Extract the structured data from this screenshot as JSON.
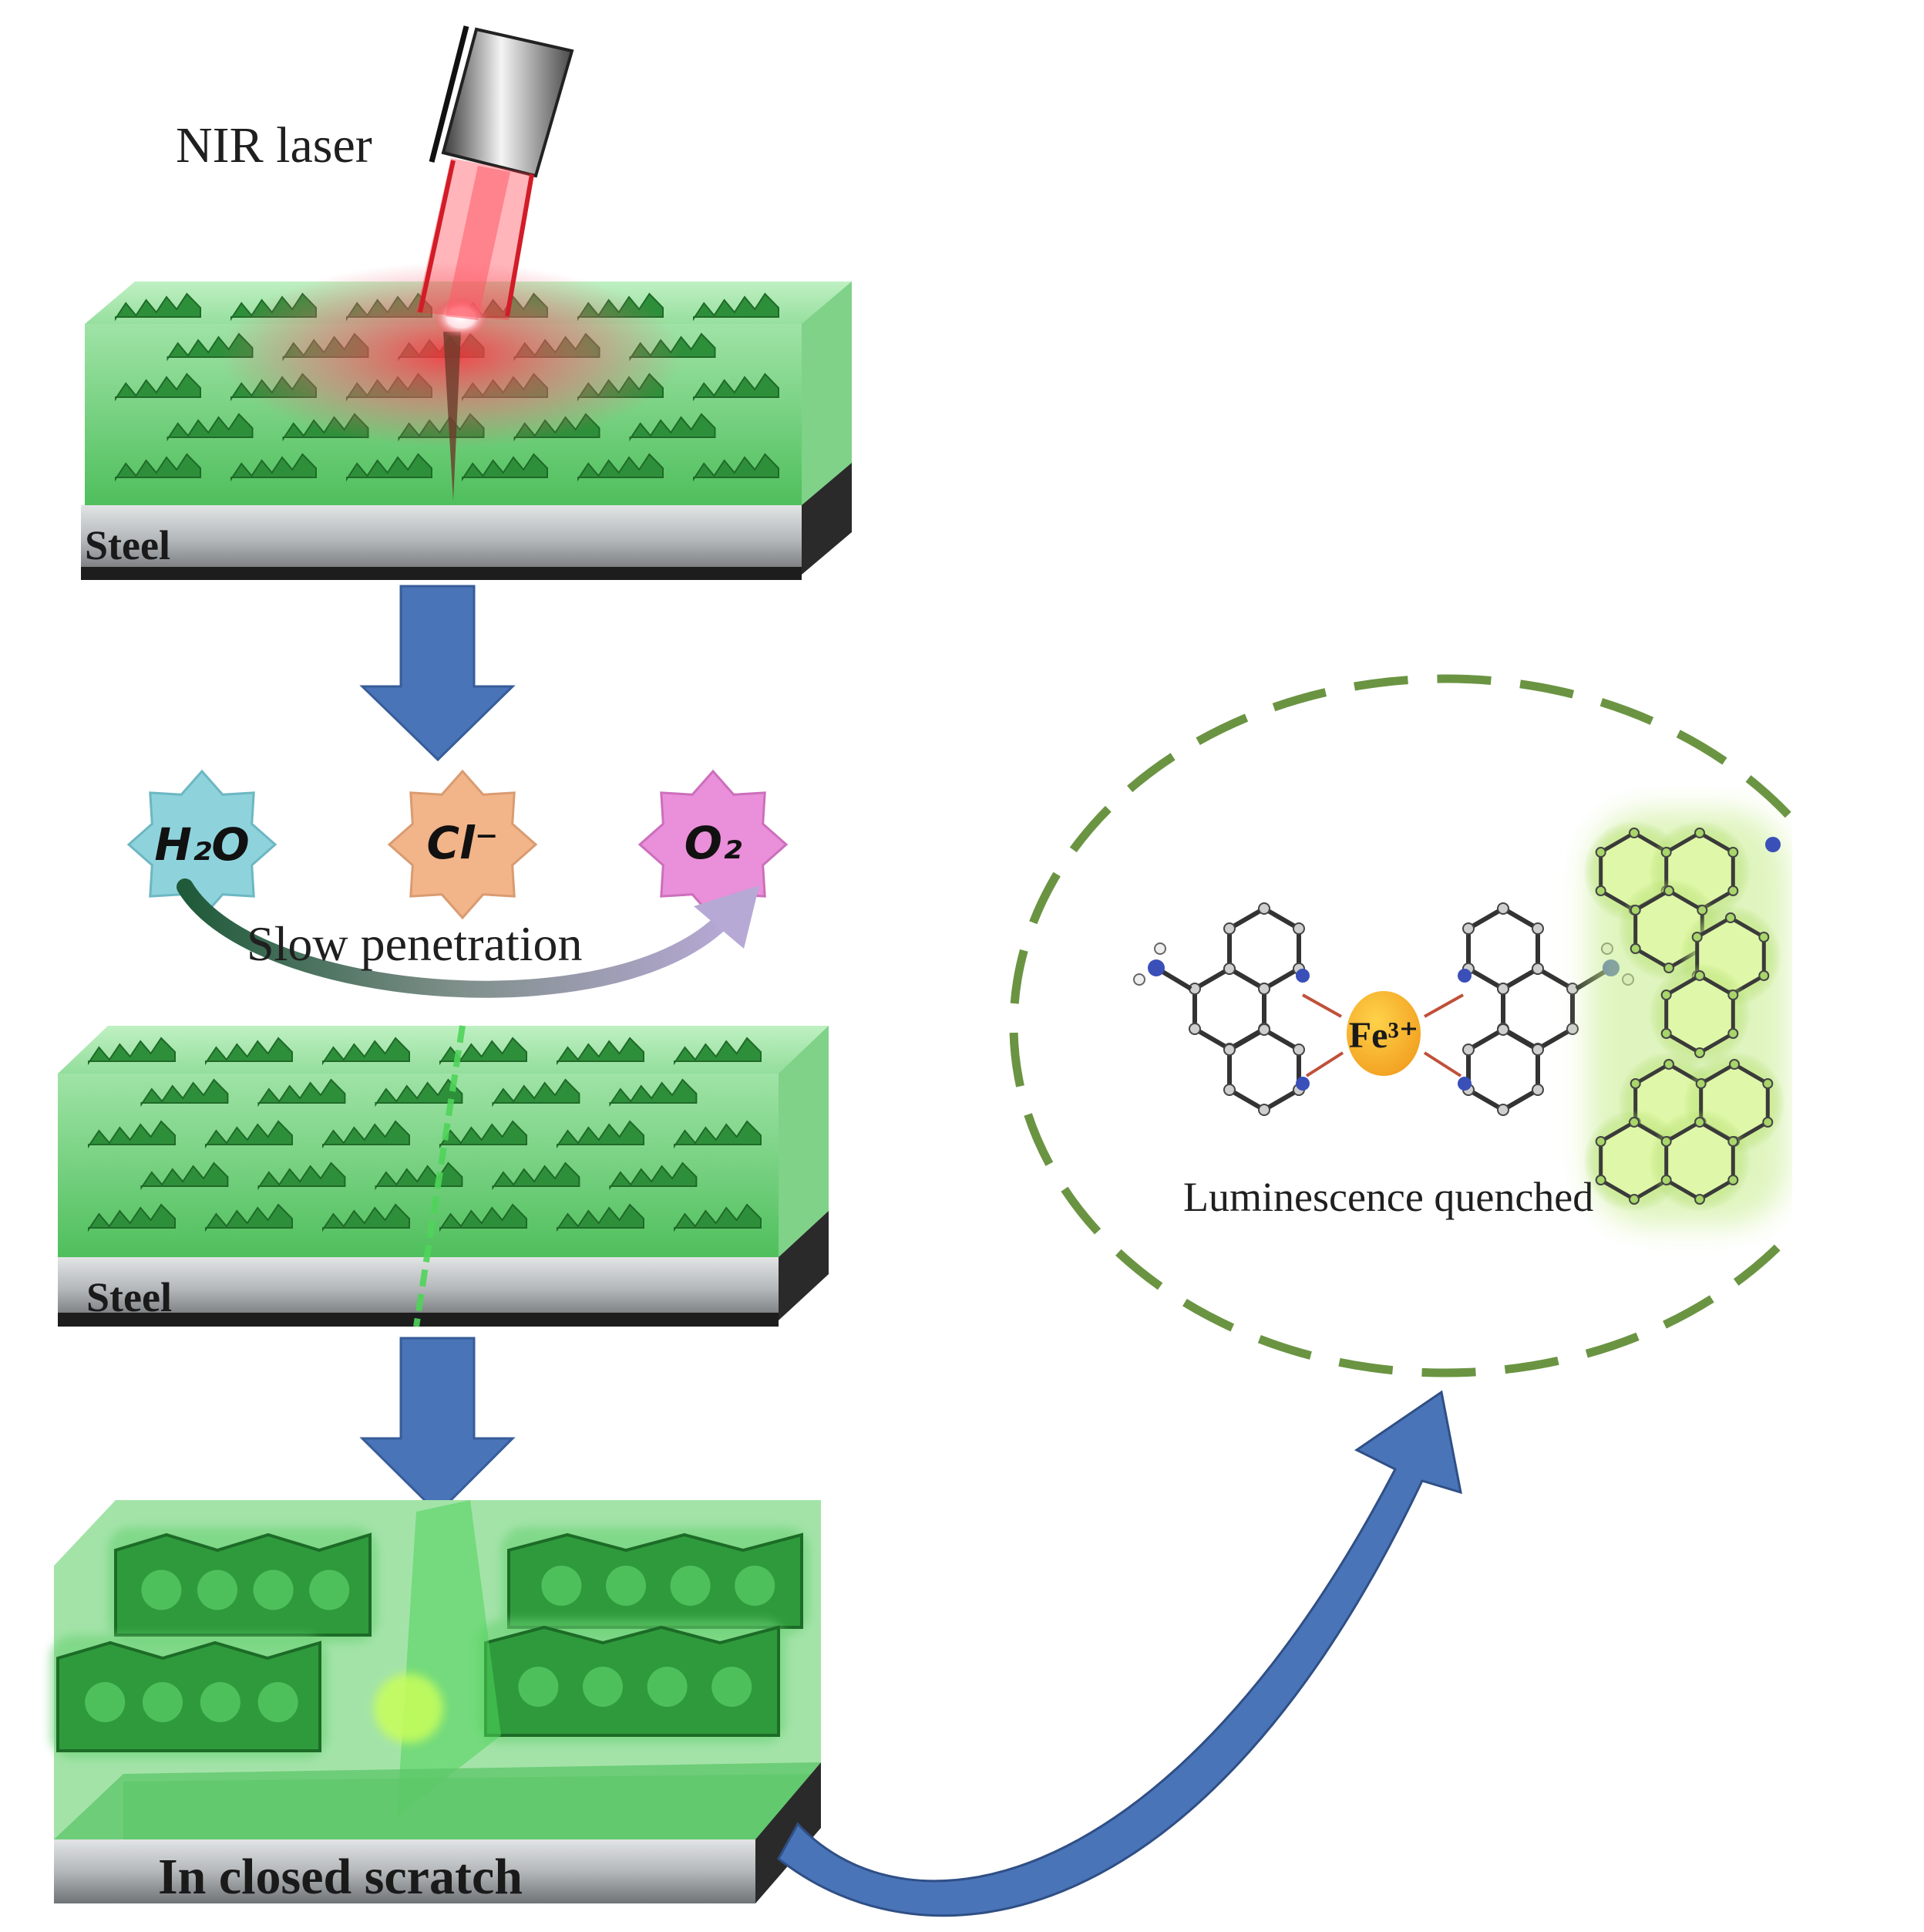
{
  "labels": {
    "laser": "NIR laser",
    "steel_top": "Steel",
    "steel_mid": "Steel",
    "penetration": "Slow penetration",
    "closed_scratch": "In closed scratch",
    "quenched": "Luminescence quenched",
    "iron_ion": "Fe³⁺"
  },
  "ions": [
    {
      "label": "H₂O",
      "color": "#8ed3dc"
    },
    {
      "label": "Cl⁻",
      "color": "#f2b489"
    },
    {
      "label": "O₂",
      "color": "#ea8fd9"
    }
  ],
  "colors": {
    "coating": "#a5e6ab",
    "coating_dark": "#5fc46a",
    "flake": "#2e8f3a",
    "steel": "#b9bdbf",
    "steel_dark": "#2a2a2a",
    "flow_arrow": "#4a74b8",
    "dashed_circle": "#6a9442",
    "laser_red": "#e8303a"
  }
}
